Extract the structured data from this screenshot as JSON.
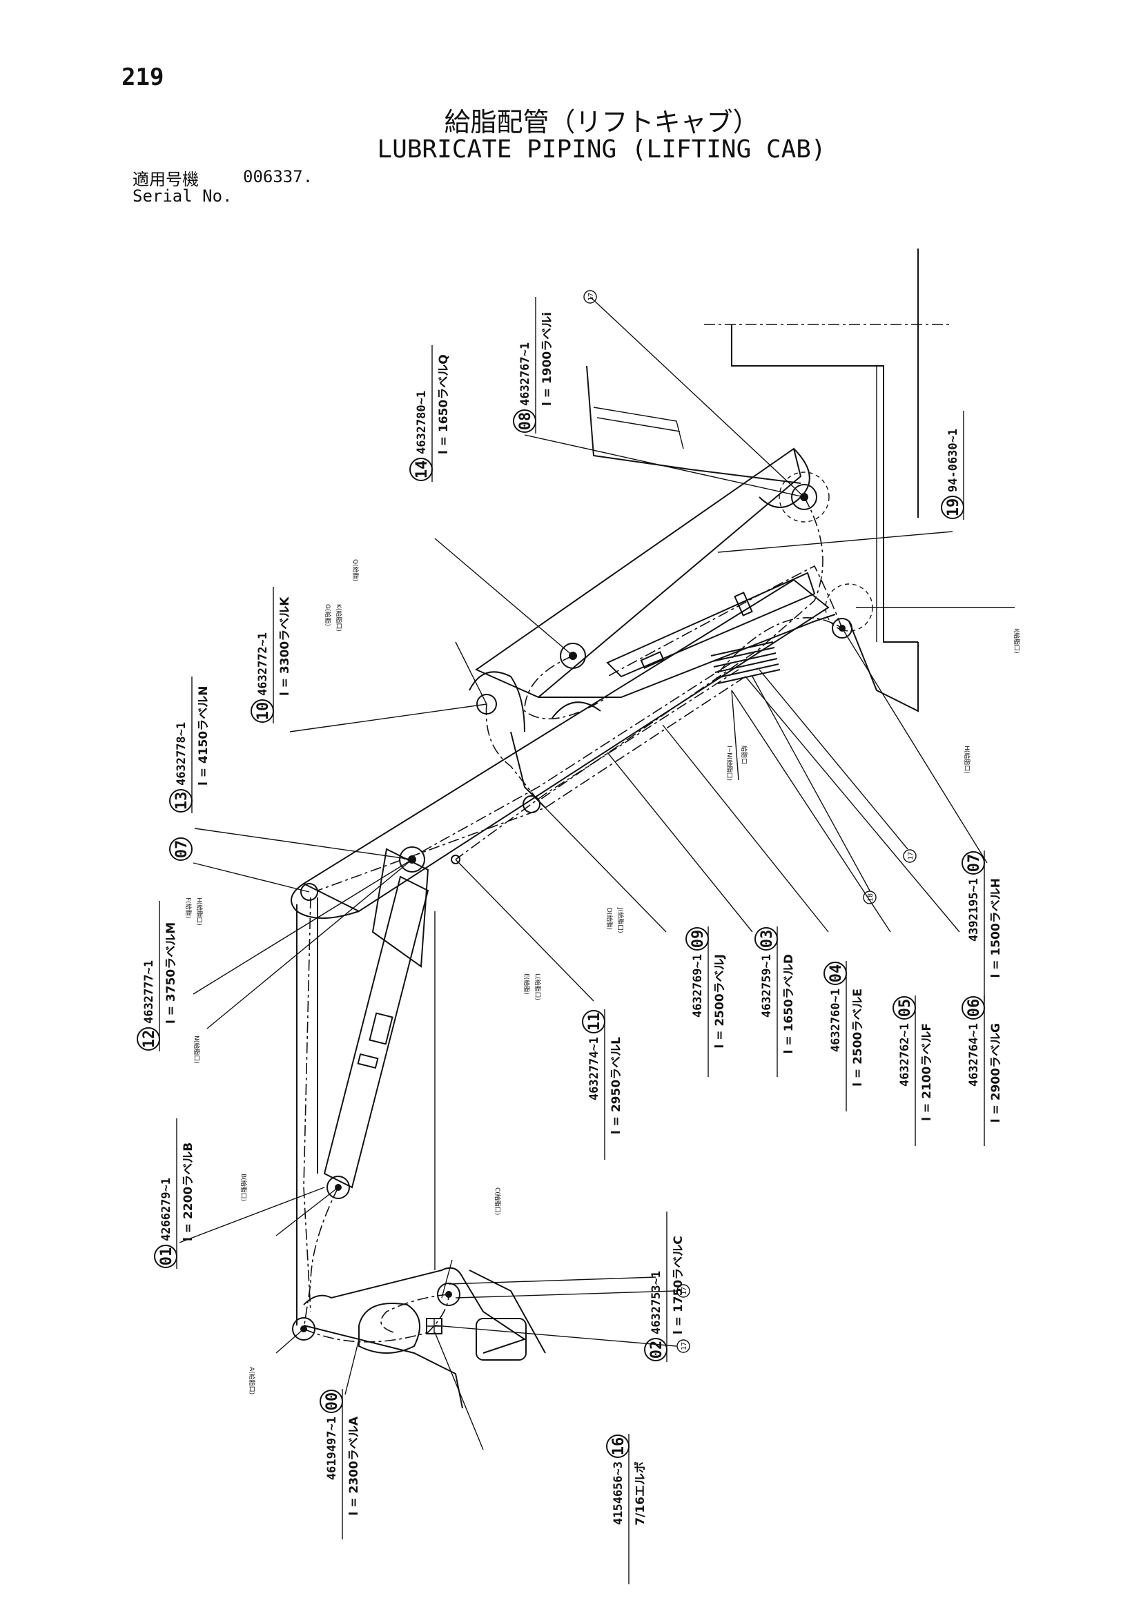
{
  "header": {
    "page_number": "219",
    "title_jp": "給脂配管（リフトキャブ）",
    "title_en": "LUBRICATE PIPING (LIFTING CAB)",
    "serial_label_jp": "適用号機",
    "serial_value": "006337.",
    "serial_label_en": "Serial No."
  },
  "parts": [
    {
      "no": "00",
      "part": "4619497~1",
      "length": "l = 2300ラベルA"
    },
    {
      "no": "01",
      "part": "4266279~1",
      "length": "l = 2200ラベルB"
    },
    {
      "no": "02",
      "part": "4632753~1",
      "length": "l = 1750ラベルC"
    },
    {
      "no": "03",
      "part": "4632759~1",
      "length": "l = 1650ラベルD"
    },
    {
      "no": "04",
      "part": "4632760~1",
      "length": "l = 2500ラベルE"
    },
    {
      "no": "05",
      "part": "4632762~1",
      "length": "l = 2100ラベルF"
    },
    {
      "no": "06",
      "part": "4632764~1",
      "length": "l = 2900ラベルG"
    },
    {
      "no": "07",
      "part": "4392195~1",
      "length": "l = 1500ラベルH"
    },
    {
      "no": "08",
      "part": "4632767~1",
      "length": "l = 1900ラベルi"
    },
    {
      "no": "09",
      "part": "4632769~1",
      "length": "l = 2500ラベルJ"
    },
    {
      "no": "10",
      "part": "4632772~1",
      "length": "l = 3300ラベルK"
    },
    {
      "no": "11",
      "part": "4632774~1",
      "length": "l = 2950ラベルL"
    },
    {
      "no": "12",
      "part": "4632777~1",
      "length": "l = 3750ラベルM"
    },
    {
      "no": "13",
      "part": "4632778~1",
      "length": "l = 4150ラベルN"
    },
    {
      "no": "14",
      "part": "4632780~1",
      "length": "l = 1650ラベルQ"
    },
    {
      "no": "16",
      "part": "4154656~3",
      "length": "7/16エルボ"
    },
    {
      "no": "19",
      "part": "94-0630~1",
      "length": ""
    }
  ],
  "callouts": {
    "c07": "07",
    "c17": "17",
    "c18": "18"
  },
  "notes": {
    "a": "A(給脂口)",
    "b": "B(給脂口)",
    "c": "C(給脂口)",
    "d": "D(給脂)",
    "d2": "J(給脂口)",
    "e": "E(給脂)",
    "e2": "L(給脂口)",
    "f": "F(給脂)",
    "f2": "H(給脂口)",
    "g": "G(給脂)",
    "g2": "K(給脂口)",
    "h": "H(給脂口)",
    "i": "I(給脂口)",
    "n": "N(給脂口)",
    "q": "Q(給脂)",
    "manifold": "I~N(給脂口)",
    "block": "給脂口"
  }
}
